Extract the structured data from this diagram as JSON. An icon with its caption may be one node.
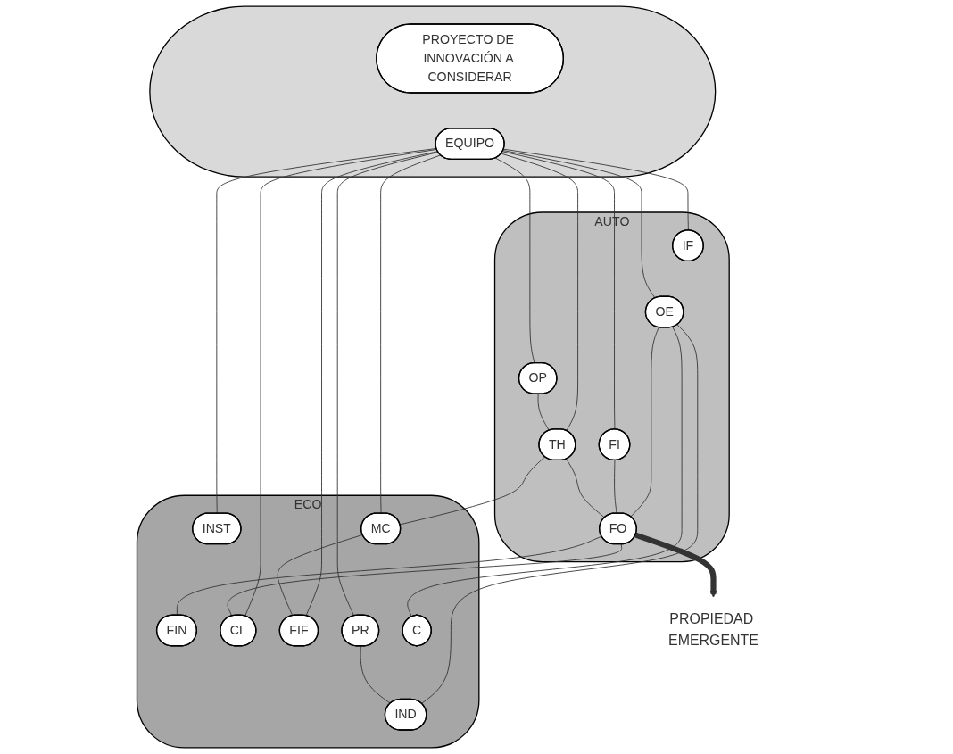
{
  "diagram": {
    "nodes": [
      {
        "text": [],
        "shape": "ellipse"
      },
      {
        "text": [
          "PROYECTO DE INNOVACIÓN A CONSIDERAR"
        ],
        "in": 0
      },
      {
        "text": [
          "EQUIPO"
        ],
        "in": 0
      },
      {
        "text": [
          "PROPIEDAD EMERGENTE"
        ]
      },
      {
        "text": [
          "AUTO"
        ]
      },
      {
        "text": [
          "IF"
        ],
        "in": 4
      },
      {
        "text": [
          "FI"
        ],
        "in": 4
      },
      {
        "text": [
          "OE"
        ],
        "in": 4
      },
      {
        "text": [
          "FO"
        ],
        "in": 4
      },
      {
        "text": [
          "OP"
        ],
        "in": 4
      },
      {
        "text": [
          "TH"
        ],
        "in": 4
      },
      {
        "text": [
          "ECO"
        ]
      },
      {
        "text": [
          "INST"
        ],
        "in": 11
      },
      {
        "text": [
          "MC"
        ],
        "in": 11
      },
      {
        "text": [
          "FIN"
        ],
        "in": 11
      },
      {
        "text": [
          "CL"
        ],
        "in": 11
      },
      {
        "text": [
          "FIF"
        ],
        "in": 11
      },
      {
        "text": [
          "PR"
        ],
        "in": 11
      },
      {
        "text": [
          "IND"
        ],
        "in": 11
      },
      {
        "text": [
          "C"
        ],
        "in": 11
      }
    ],
    "edges": [
      {
        "from": 2,
        "to": 7,
        "arrow": "none"
      },
      {
        "from": 2,
        "to": 15,
        "arrow": "none"
      },
      {
        "from": 2,
        "to": 17,
        "arrow": "none"
      },
      {
        "from": 2,
        "to": 5,
        "arrow": "none"
      },
      {
        "from": 2,
        "to": 9,
        "arrow": "none"
      },
      {
        "from": 2,
        "to": 12,
        "arrow": "none"
      },
      {
        "from": 2,
        "to": 13,
        "arrow": "none"
      },
      {
        "from": 2,
        "to": 6,
        "arrow": "none"
      },
      {
        "from": 2,
        "to": 10,
        "arrow": "none"
      },
      {
        "from": 2,
        "to": 16,
        "arrow": "none"
      },
      {
        "from": 7,
        "to": 8,
        "arrow": "none"
      },
      {
        "from": 7,
        "to": 18,
        "arrow": "none"
      },
      {
        "from": 7,
        "to": 19,
        "arrow": "none"
      },
      {
        "from": 6,
        "to": 8,
        "arrow": "none"
      },
      {
        "from": 9,
        "to": 10,
        "arrow": "none"
      },
      {
        "from": 10,
        "to": 8,
        "arrow": "none"
      },
      {
        "from": 10,
        "to": 13,
        "arrow": "none"
      },
      {
        "from": 8,
        "to": 15,
        "arrow": "none"
      },
      {
        "from": 8,
        "to": 14,
        "arrow": "none"
      },
      {
        "from": 13,
        "to": 16,
        "arrow": "none"
      },
      {
        "from": 17,
        "to": 18,
        "arrow": "none"
      },
      {
        "from": 8,
        "to": 3,
        "arrow": "to",
        "style": "thick"
      }
    ]
  }
}
